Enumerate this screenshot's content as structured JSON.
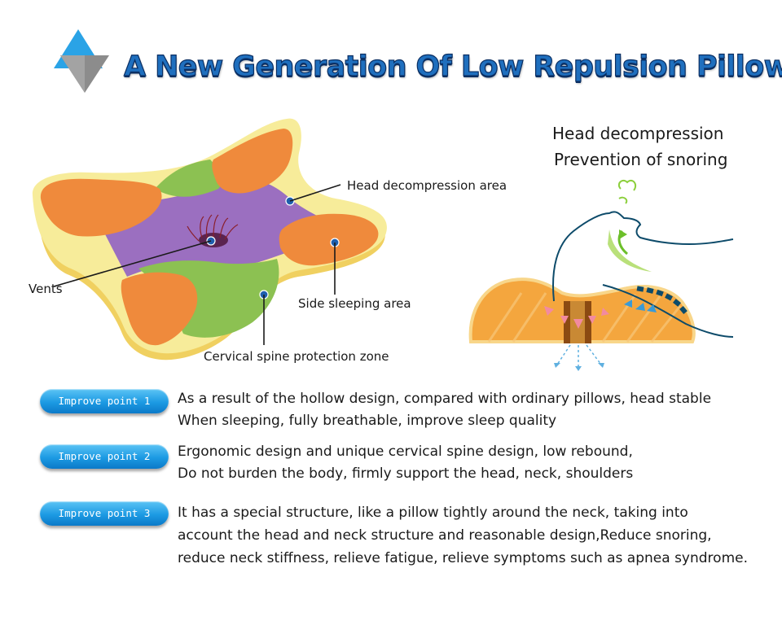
{
  "title": "A New Generation Of Low Repulsion Pillow",
  "pillow_labels": {
    "head_decompression_area": "Head decompression area",
    "vents": "Vents",
    "side_sleeping_area": "Side sleeping area",
    "cervical_spine_zone": "Cervical spine protection zone"
  },
  "diagram": {
    "line1": "Head decompression",
    "line2": "Prevention of snoring"
  },
  "points": [
    {
      "label": "Improve point 1",
      "lines": [
        "As a result of the hollow design, compared with ordinary pillows, head stable",
        " When sleeping, fully breathable, improve sleep quality"
      ]
    },
    {
      "label": "Improve point 2",
      "lines": [
        "Ergonomic design and unique cervical spine design, low rebound,",
        " Do not burden the body, firmly support the head, neck, shoulders"
      ]
    },
    {
      "label": "Improve point 3",
      "lines": [
        "It has a special structure, like a pillow tightly around the neck, taking into",
        "account the head and neck structure and reasonable design,Reduce snoring,",
        "reduce neck stiffness, relieve fatigue, relieve symptoms such as apnea syndrome."
      ]
    }
  ],
  "colors": {
    "title_fill": "#1f6fbe",
    "title_outline": "#0b2f63",
    "pillow_orange": "#ef8a3c",
    "pillow_green": "#8cc152",
    "pillow_purple": "#9b6fc0",
    "pillow_edge": "#f3e07a",
    "button_blue": "#1c9ae3"
  }
}
